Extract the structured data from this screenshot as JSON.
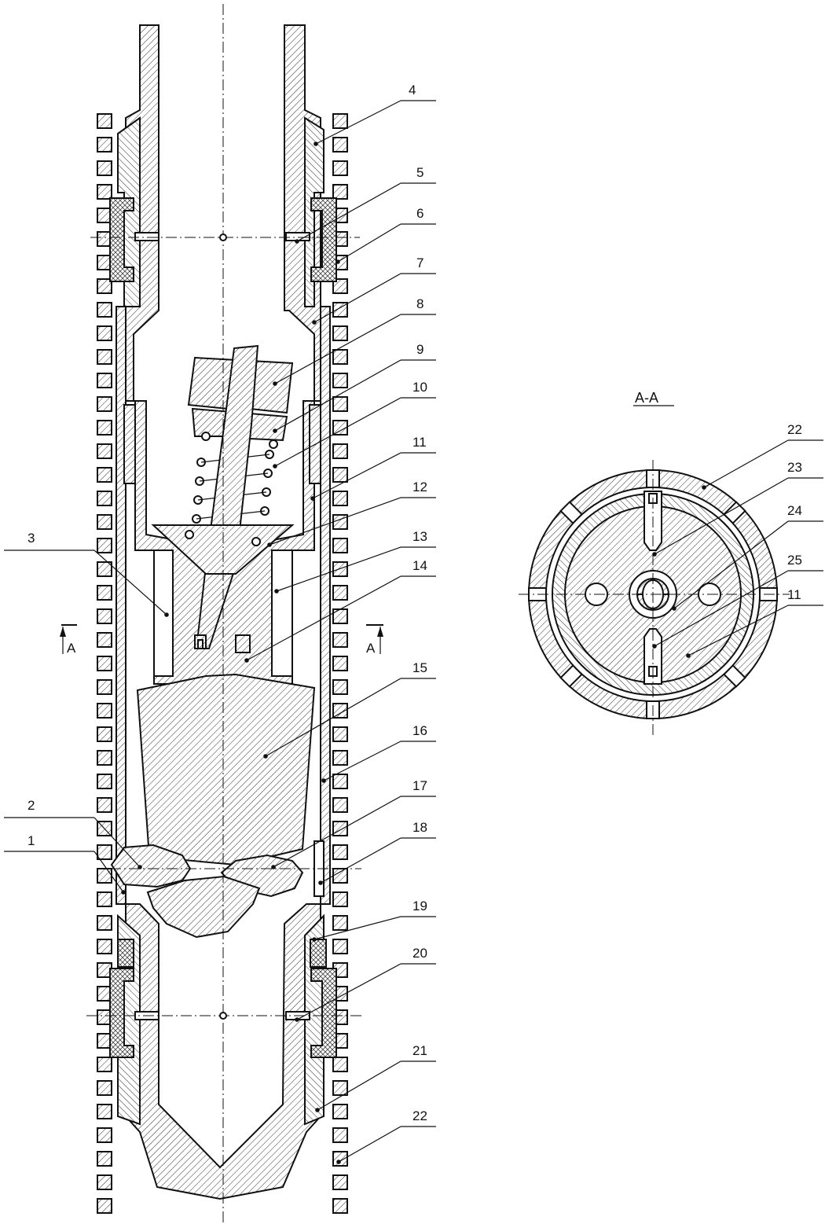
{
  "drawing": {
    "section_title": "A-A",
    "cut_mark_left": "A",
    "cut_mark_right": "A",
    "callouts_main": [
      "1",
      "2",
      "3",
      "4",
      "5",
      "6",
      "7",
      "8",
      "9",
      "10",
      "11",
      "12",
      "13",
      "14",
      "15",
      "16",
      "17",
      "18",
      "19",
      "20",
      "21",
      "22"
    ],
    "callouts_section": [
      "22",
      "23",
      "24",
      "25",
      "11"
    ]
  }
}
